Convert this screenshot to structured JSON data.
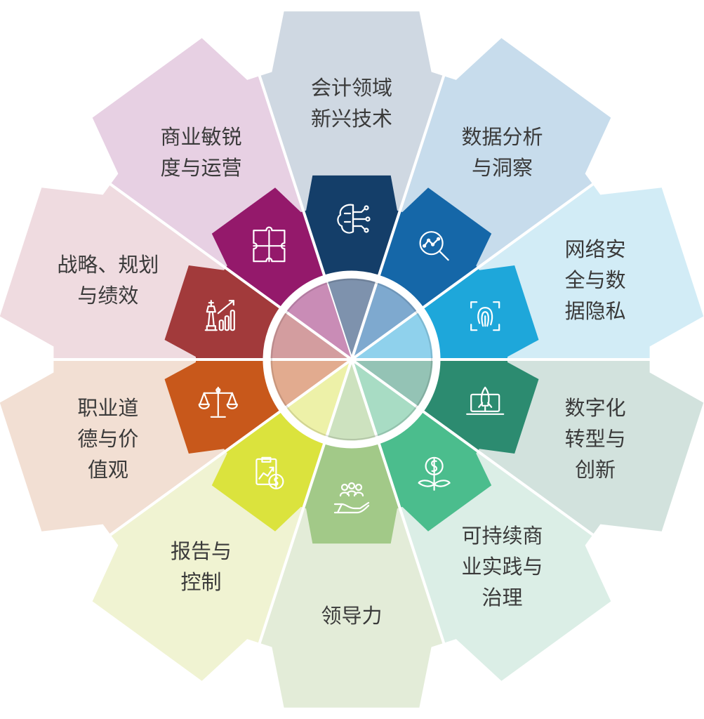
{
  "segments": [
    {
      "lines": [
        "会计领域",
        "新兴技术"
      ],
      "outer_color": "#cfd8e2",
      "inner_color": "#143e69",
      "hub_color": "#7e92ad",
      "icon": "brain-circuit-icon"
    },
    {
      "lines": [
        "数据分析",
        "与洞察"
      ],
      "outer_color": "#c7dcec",
      "inner_color": "#1567a8",
      "hub_color": "#7ea9cf",
      "icon": "magnifier-analytics-icon"
    },
    {
      "lines": [
        "网络安",
        "全与数",
        "据隐私"
      ],
      "outer_color": "#d2ecf6",
      "inner_color": "#1ea7da",
      "hub_color": "#8fd1ec",
      "icon": "fingerprint-icon"
    },
    {
      "lines": [
        "数字化",
        "转型与",
        "创新"
      ],
      "outer_color": "#d2e2dd",
      "inner_color": "#2c8b70",
      "hub_color": "#94c3b5",
      "icon": "laptop-rocket-icon"
    },
    {
      "lines": [
        "可持续商",
        "业实践与",
        "治理"
      ],
      "outer_color": "#dbeee6",
      "inner_color": "#4bbd8d",
      "hub_color": "#a8dcc4",
      "icon": "dollar-plant-icon"
    },
    {
      "lines": [
        "领导力"
      ],
      "outer_color": "#e3ecd8",
      "inner_color": "#a2c988",
      "hub_color": "#cde2bf",
      "icon": "hand-people-icon"
    },
    {
      "lines": [
        "报告与",
        "控制"
      ],
      "outer_color": "#f0f3d2",
      "inner_color": "#dbe33d",
      "hub_color": "#edf1a8",
      "icon": "clipboard-chart-dollar-icon"
    },
    {
      "lines": [
        "职业道",
        "德与价",
        "值观"
      ],
      "outer_color": "#f2dfd3",
      "inner_color": "#c8581b",
      "hub_color": "#e2ab8f",
      "icon": "scales-icon"
    },
    {
      "lines": [
        "战略、规划",
        "与绩效"
      ],
      "outer_color": "#efdbe0",
      "inner_color": "#a23a3b",
      "hub_color": "#d39d9f",
      "icon": "chess-growth-icon"
    },
    {
      "lines": [
        "商业敏锐",
        "度与运营"
      ],
      "outer_color": "#e7d0e3",
      "inner_color": "#94196b",
      "hub_color": "#c98cb6",
      "icon": "puzzle-icon"
    }
  ]
}
